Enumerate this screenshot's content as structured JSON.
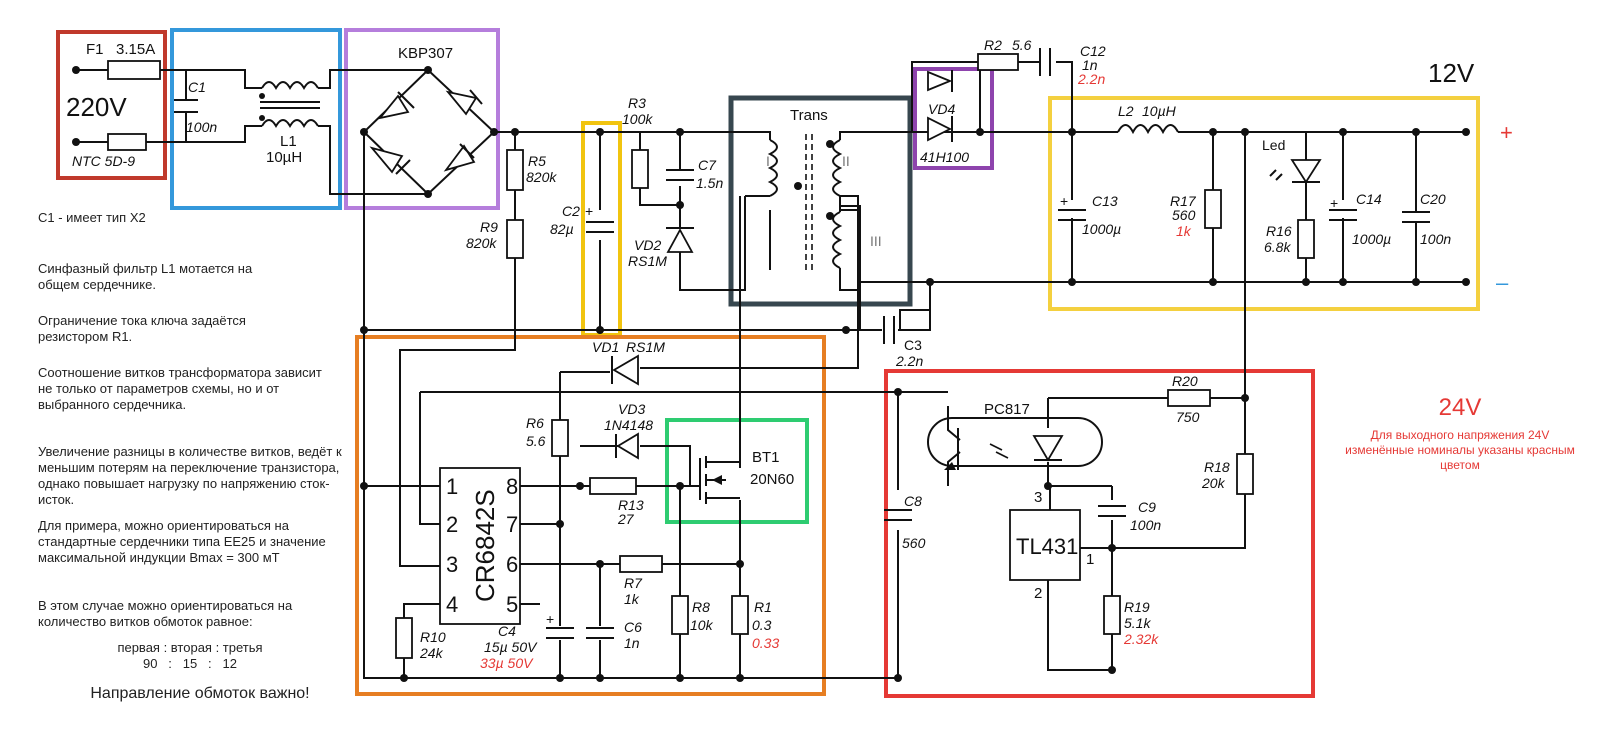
{
  "colors": {
    "input_box": "#c0392b",
    "filter_box": "#3498db",
    "bridge_box": "#b57edc",
    "c2_box": "#f1c40f",
    "trans_box": "#37474f",
    "vd4_box": "#8e44ad",
    "output_box": "#f4d03f",
    "controller_box": "#e67e22",
    "mosfet_box": "#2ecc71",
    "feedback_box": "#e53935",
    "plus_sign": "#e53935",
    "minus_sign": "#3498db",
    "red_values": "#e53935"
  },
  "labels": {
    "f1": "F1",
    "f1_rating": "3.15A",
    "v220": "220V",
    "ntc": "NTC 5D-9",
    "c1": "C1",
    "c1_val": "100n",
    "l1": "L1",
    "l1_val": "10µH",
    "kbp": "KBP307",
    "r5": "R5",
    "r5_val": "820k",
    "r9": "R9",
    "r9_val": "820k",
    "c2": "C2",
    "c2_val": "82µ",
    "r3": "R3",
    "r3_val": "100k",
    "c7": "C7",
    "c7_val": "1.5n",
    "vd2": "VD2",
    "vd2_val": "RS1M",
    "trans": "Trans",
    "w1": "I",
    "w2": "II",
    "w3": "III",
    "r2": "R2",
    "r2_val": "5.6",
    "c12": "C12",
    "c12_val": "1n",
    "c12_red": "2.2n",
    "vd4": "VD4",
    "vd4_val": "41H100",
    "v12": "12V",
    "l2": "L2",
    "l2_val": "10µH",
    "c13": "C13",
    "c13_val": "1000µ",
    "r17": "R17",
    "r17_val": "560",
    "r17_red": "1k",
    "led": "Led",
    "r16": "R16",
    "r16_val": "6.8k",
    "c14": "C14",
    "c14_val": "1000µ",
    "c20": "C20",
    "c20_val": "100n",
    "plus": "+",
    "minus": "–",
    "c3": "C3",
    "c3_val": "2.2n",
    "vd1": "VD1",
    "vd1_val": "RS1M",
    "r6": "R6",
    "r6_val": "5.6",
    "vd3": "VD3",
    "vd3_val": "1N4148",
    "bt1": "BT1",
    "bt1_val": "20N60",
    "ic": "CR6842S",
    "pin1": "1",
    "pin2": "2",
    "pin3": "3",
    "pin4": "4",
    "pin5": "5",
    "pin6": "6",
    "pin7": "7",
    "pin8": "8",
    "r13": "R13",
    "r13_val": "27",
    "r7": "R7",
    "r7_val": "1k",
    "r8": "R8",
    "r8_val": "10k",
    "r1": "R1",
    "r1_val": "0.3",
    "r1_red": "0.33",
    "r10": "R10",
    "r10_val": "24k",
    "c4": "C4",
    "c4_val": "15µ 50V",
    "c4_red": "33µ 50V",
    "c6": "C6",
    "c6_val": "1n",
    "c8": "C8",
    "c8_val": "560",
    "pc817": "PC817",
    "r20": "R20",
    "r20_val": "750",
    "r18": "R18",
    "r18_val": "20k",
    "c9": "C9",
    "c9_val": "100n",
    "tl431": "TL431",
    "tl_pin1": "1",
    "tl_pin2": "2",
    "tl_pin3": "3",
    "r19": "R19",
    "r19_val": "5.1k",
    "r19_red": "2.32k",
    "v24": "24V",
    "v24_note": "Для выходного напряжения 24V изменённые номиналы указаны красным цветом"
  },
  "notes": {
    "n1": "C1 - имеет тип X2",
    "n2": "Синфазный фильтр L1 мотается на общем сердечнике.",
    "n3": "Ограничение тока ключа задаётся резистором R1.",
    "n4": "Соотношение витков трансформатора зависит не только от параметров схемы, но и от выбранного сердечника.",
    "n5": "Увеличение разницы в количестве витков, ведёт к меньшим потерям на переключение транзистора, однако повышает нагрузку по напряжению сток-исток.",
    "n6": "Для примера, можно ориентироваться на стандартные сердечники типа EE25 и значение максимальной индукции Bmax = 300 мТ",
    "n7": "В этом случае можно ориентироваться на количество витков обмоток равное:",
    "ratio_header": "первая : вторая : третья",
    "ratio_values": "90   :   15   :   12",
    "direction": "Направление обмоток важно!"
  }
}
